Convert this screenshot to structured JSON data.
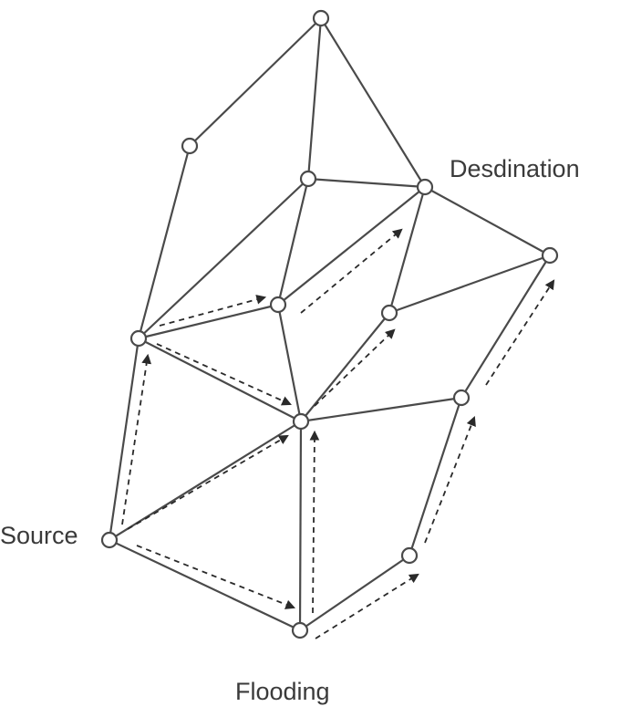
{
  "labels": {
    "source": "Source",
    "destination": "Desdination",
    "caption": "Flooding"
  },
  "colors": {
    "edge": "#4a4a4a",
    "arrow": "#2a2a2a",
    "background": "#ffffff"
  }
}
